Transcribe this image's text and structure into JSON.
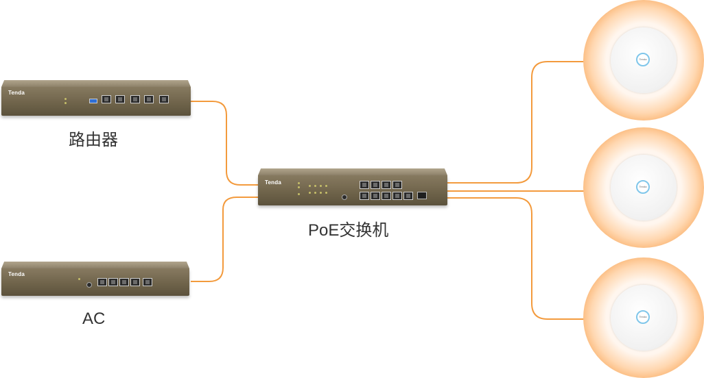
{
  "labels": {
    "router": "路由器",
    "switch": "PoE交换机",
    "ac": "AC"
  },
  "device_brand": "Tenda",
  "colors": {
    "wire": "#f39a3c",
    "device_body": "#7a6d54",
    "ap_glow": "#f28a2c"
  }
}
